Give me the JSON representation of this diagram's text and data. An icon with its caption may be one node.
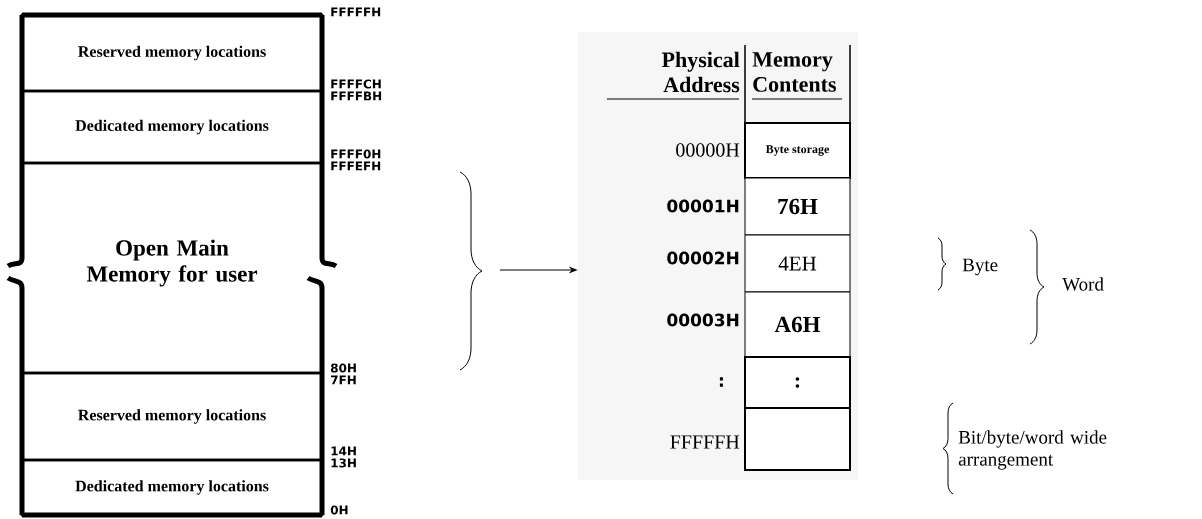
{
  "diagram": {
    "nodes": [
      {
        "text": [
          "Reserved memory locations"
        ]
      },
      {
        "text": [
          "Dedicated memory locations"
        ]
      },
      {
        "text": [
          "Open Main Memory for user"
        ]
      },
      {
        "text": [
          "Reserved memory locations"
        ]
      },
      {
        "text": [
          "Dedicated memory locations"
        ]
      },
      {
        "text": [
          "Physical Address",
          "Memory Contents"
        ]
      },
      {
        "text": [
          "Byte storage"
        ],
        "in": 5
      },
      {
        "text": [
          "76H"
        ],
        "in": 5
      },
      {
        "text": [
          "4EH"
        ],
        "in": 5
      },
      {
        "text": [
          "A6H"
        ],
        "in": 5
      },
      {
        "text": [
          ":"
        ],
        "in": 5
      },
      {
        "text": [],
        "shape": "box",
        "in": 5
      }
    ],
    "edges": [
      {
        "from": null,
        "to": 5,
        "arrow": "to"
      }
    ],
    "labels": [
      "FFFFFH",
      "FFFFCH",
      "FFFFBH",
      "FFFF0H",
      "FFFEFH",
      "80H",
      "7FH",
      "14H",
      "13H",
      "0H",
      "00000H",
      "00001H",
      "00002H",
      "00003H",
      ":",
      "FFFFFH",
      "Byte",
      "Word",
      "Bit/byte/word wide arrangement"
    ]
  }
}
